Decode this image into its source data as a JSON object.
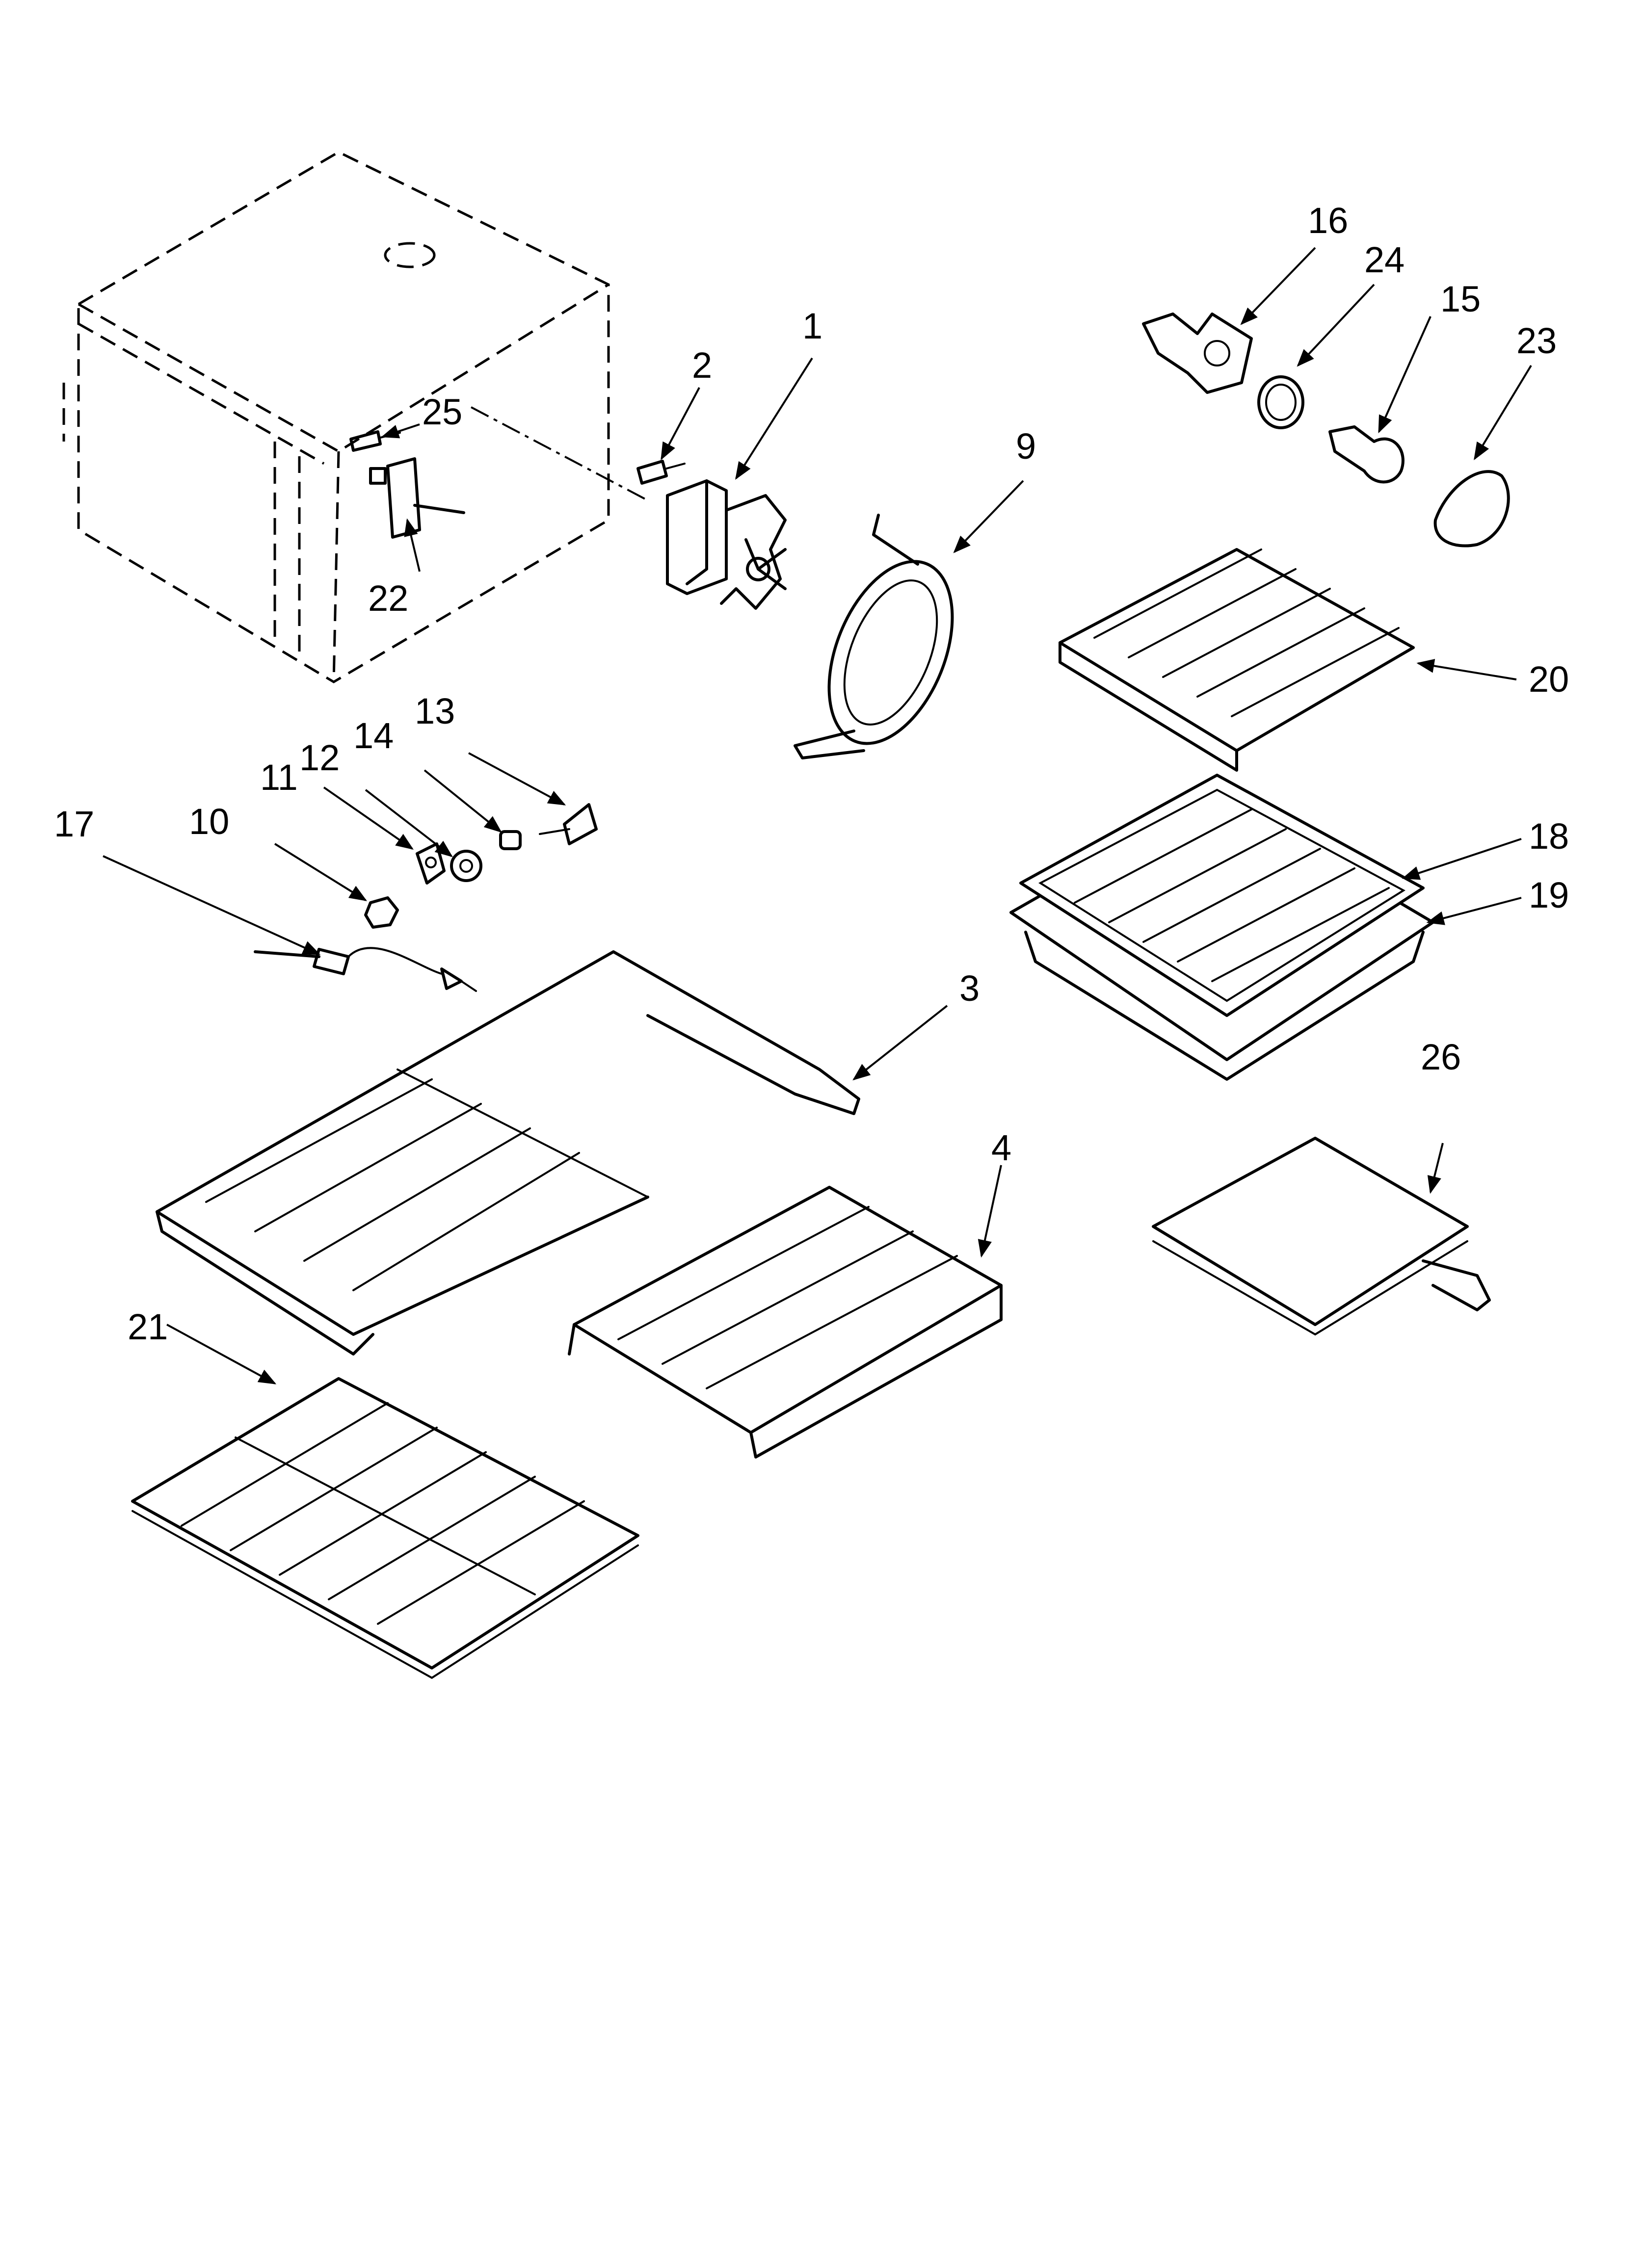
{
  "callouts": [
    {
      "id": "1",
      "label": "1"
    },
    {
      "id": "2",
      "label": "2"
    },
    {
      "id": "3",
      "label": "3"
    },
    {
      "id": "4",
      "label": "4"
    },
    {
      "id": "9",
      "label": "9"
    },
    {
      "id": "10",
      "label": "10"
    },
    {
      "id": "11",
      "label": "11"
    },
    {
      "id": "12",
      "label": "12"
    },
    {
      "id": "13",
      "label": "13"
    },
    {
      "id": "14",
      "label": "14"
    },
    {
      "id": "15",
      "label": "15"
    },
    {
      "id": "16",
      "label": "16"
    },
    {
      "id": "17",
      "label": "17"
    },
    {
      "id": "18",
      "label": "18"
    },
    {
      "id": "19",
      "label": "19"
    },
    {
      "id": "20",
      "label": "20"
    },
    {
      "id": "21",
      "label": "21"
    },
    {
      "id": "22",
      "label": "22"
    },
    {
      "id": "23",
      "label": "23"
    },
    {
      "id": "24",
      "label": "24"
    },
    {
      "id": "25",
      "label": "25"
    },
    {
      "id": "26",
      "label": "26"
    }
  ]
}
